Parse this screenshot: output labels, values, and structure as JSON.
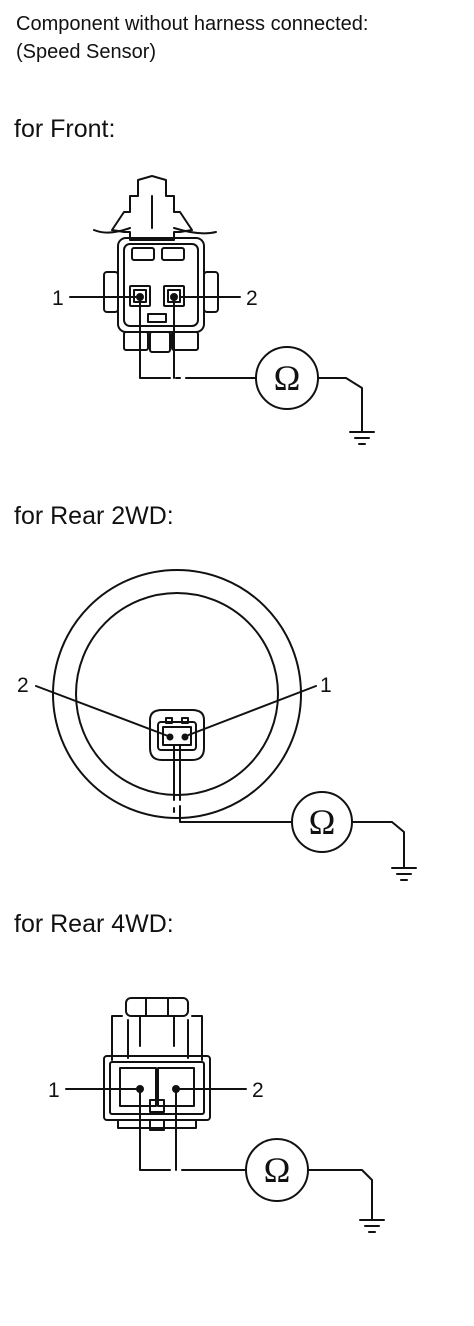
{
  "header": {
    "line1": "Component without harness connected:",
    "line2": "(Speed Sensor)"
  },
  "sections": {
    "front": {
      "title": "for Front:",
      "pin_left": "1",
      "pin_right": "2"
    },
    "rear2wd": {
      "title": "for Rear 2WD:",
      "pin_left": "2",
      "pin_right": "1"
    },
    "rear4wd": {
      "title": "for Rear 4WD:",
      "pin_left": "1",
      "pin_right": "2"
    }
  },
  "ohmmeter_symbol": "Ω",
  "icons": [
    "ohmmeter-icon",
    "ground-symbol-icon",
    "connector-icon"
  ],
  "colors": {
    "line": "#111111",
    "background": "#ffffff"
  }
}
